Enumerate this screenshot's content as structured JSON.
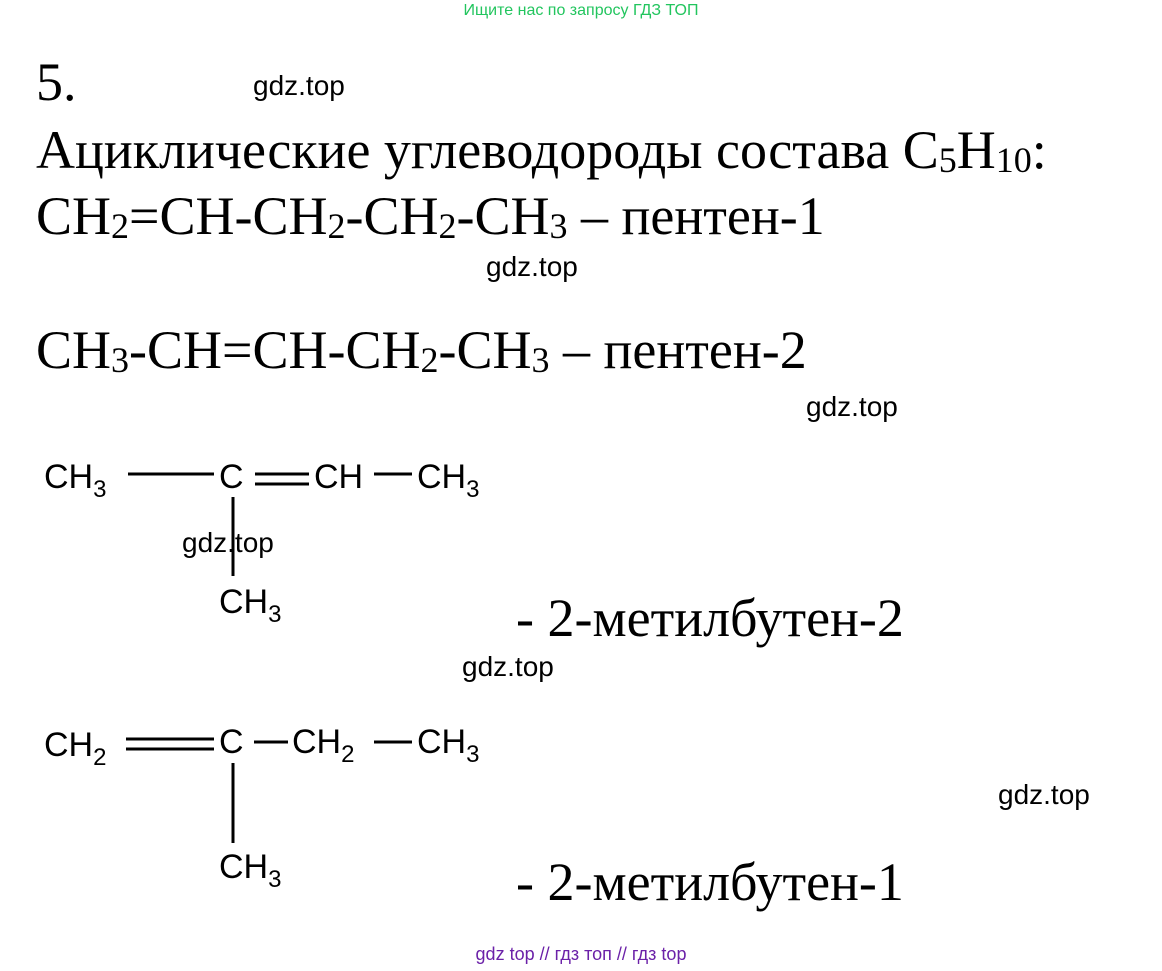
{
  "header": {
    "banner_text": "Ищите нас по запросу ГДЗ ТОП",
    "banner_color": "#22c55e"
  },
  "task": {
    "number": "5.",
    "intro_main": "Ациклические углеводороды состава C",
    "intro_sub1": "5",
    "intro_h": "H",
    "intro_sub2": "10",
    "intro_colon": ":"
  },
  "formula1": {
    "p1": "CH",
    "s1": "2",
    "p2": "=CH-CH",
    "s2": "2",
    "p3": "-CH",
    "s3": "2",
    "p4": "-CH",
    "s4": "3",
    "name": " – пентен-1"
  },
  "formula2": {
    "p1": "CH",
    "s1": "3",
    "p2": "-CH=CH-CH",
    "s2": "2",
    "p3": "-CH",
    "s3": "3",
    "name": " – пентен-2"
  },
  "structure1": {
    "g1": "CH",
    "g1s": "3",
    "c": "C",
    "g2": "CH",
    "g3": "CH",
    "g3s": "3",
    "branch": "CH",
    "branch_s": "3",
    "name": "- 2-метилбутен-2"
  },
  "structure2": {
    "g1": "CH",
    "g1s": "2",
    "c": "C",
    "g2": "CH",
    "g2s": "2",
    "g3": "CH",
    "g3s": "3",
    "branch": "CH",
    "branch_s": "3",
    "name": "- 2-метилбутен-1"
  },
  "watermarks": {
    "w1": "gdz.top",
    "w2": "gdz.top",
    "w3": "gdz.top",
    "w4": "gdz.top",
    "w5": "gdz.top",
    "w6": "gdz.top"
  },
  "footer": {
    "text": "gdz top  //  гдз топ  //  гдз top",
    "color": "#6b21a8"
  }
}
